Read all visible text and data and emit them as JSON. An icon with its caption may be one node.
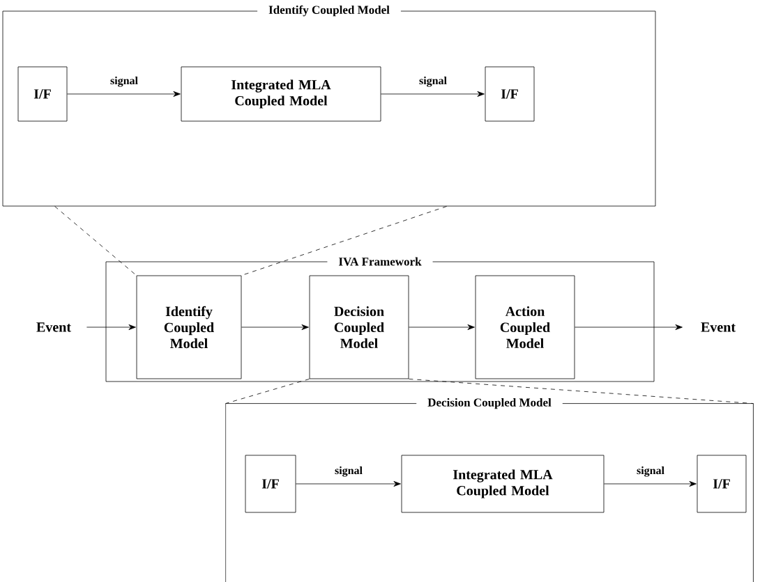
{
  "diagram": {
    "nodes": [
      {
        "text": [
          "Identify Coupled Model"
        ]
      },
      {
        "text": [
          "I/F"
        ],
        "in": 0
      },
      {
        "text": [
          "Integrated MLA Coupled Model"
        ],
        "in": 0
      },
      {
        "text": [
          "I/F"
        ],
        "in": 0
      },
      {
        "text": [
          "IVA Framework"
        ]
      },
      {
        "text": [
          "Event"
        ]
      },
      {
        "text": [
          "Identify Coupled Model"
        ],
        "in": 4
      },
      {
        "text": [
          "Decision Coupled Model"
        ],
        "in": 4
      },
      {
        "text": [
          "Action Coupled Model"
        ],
        "in": 4
      },
      {
        "text": [
          "Event"
        ]
      },
      {
        "text": [
          "Decision Coupled Model"
        ]
      },
      {
        "text": [
          "I/F"
        ],
        "in": 10
      },
      {
        "text": [
          "Integrated MLA Coupled Model"
        ],
        "in": 10
      },
      {
        "text": [
          "I/F"
        ],
        "in": 10
      }
    ],
    "edges": [
      {
        "from": 1,
        "to": 2,
        "arrow": "to",
        "label": "signal"
      },
      {
        "from": 2,
        "to": 3,
        "arrow": "to",
        "label": "signal"
      },
      {
        "from": 5,
        "to": 6,
        "arrow": "to"
      },
      {
        "from": 6,
        "to": 7,
        "arrow": "to"
      },
      {
        "from": 7,
        "to": 8,
        "arrow": "to"
      },
      {
        "from": 8,
        "to": 9,
        "arrow": "to"
      },
      {
        "from": 11,
        "to": 12,
        "arrow": "to",
        "label": "signal"
      },
      {
        "from": 12,
        "to": 13,
        "arrow": "to",
        "label": "signal"
      },
      {
        "from": 0,
        "to": 6,
        "arrow": "none",
        "style": "dashed"
      },
      {
        "from": 0,
        "to": 6,
        "arrow": "none",
        "style": "dashed"
      },
      {
        "from": 7,
        "to": 10,
        "arrow": "none",
        "style": "dashed"
      },
      {
        "from": 7,
        "to": 10,
        "arrow": "none",
        "style": "dashed"
      }
    ]
  }
}
